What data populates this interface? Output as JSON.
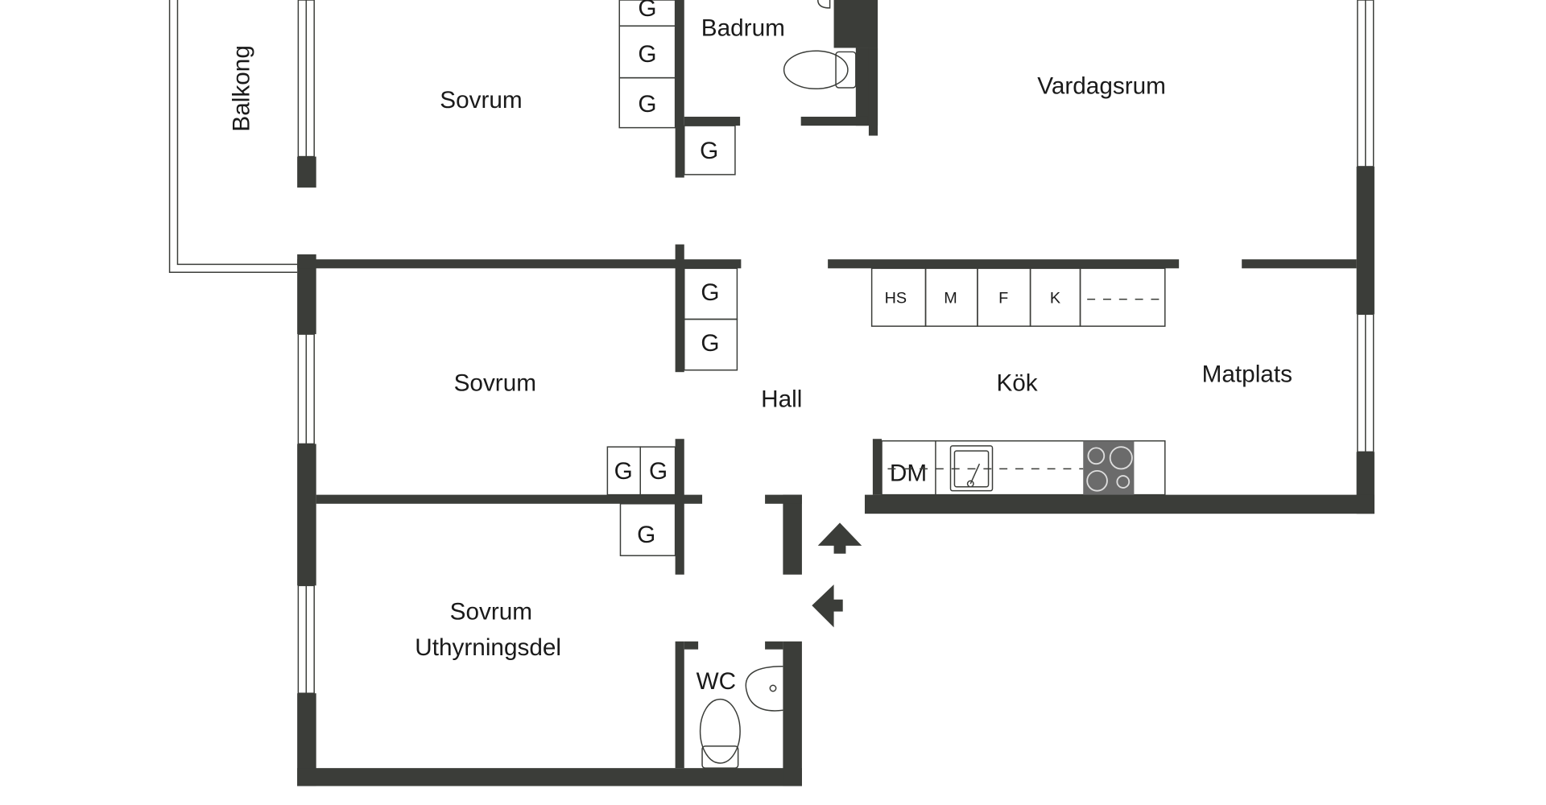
{
  "rooms": {
    "balcony": "Balkong",
    "bedroom_top": "Sovrum",
    "bathroom": "Badrum",
    "living_room": "Vardagsrum",
    "bedroom_middle": "Sovrum",
    "hall": "Hall",
    "kitchen": "Kök",
    "dining": "Matplats",
    "bedroom_rental": "Sovrum",
    "rental_part": "Uthyrningsdel",
    "wc": "WC"
  },
  "closet_label": "G",
  "appliances": {
    "hs": "HS",
    "m": "M",
    "f": "F",
    "k": "K",
    "dm": "DM"
  },
  "colors": {
    "wall": "#3b3d39",
    "stove": "#6b6b6b"
  }
}
